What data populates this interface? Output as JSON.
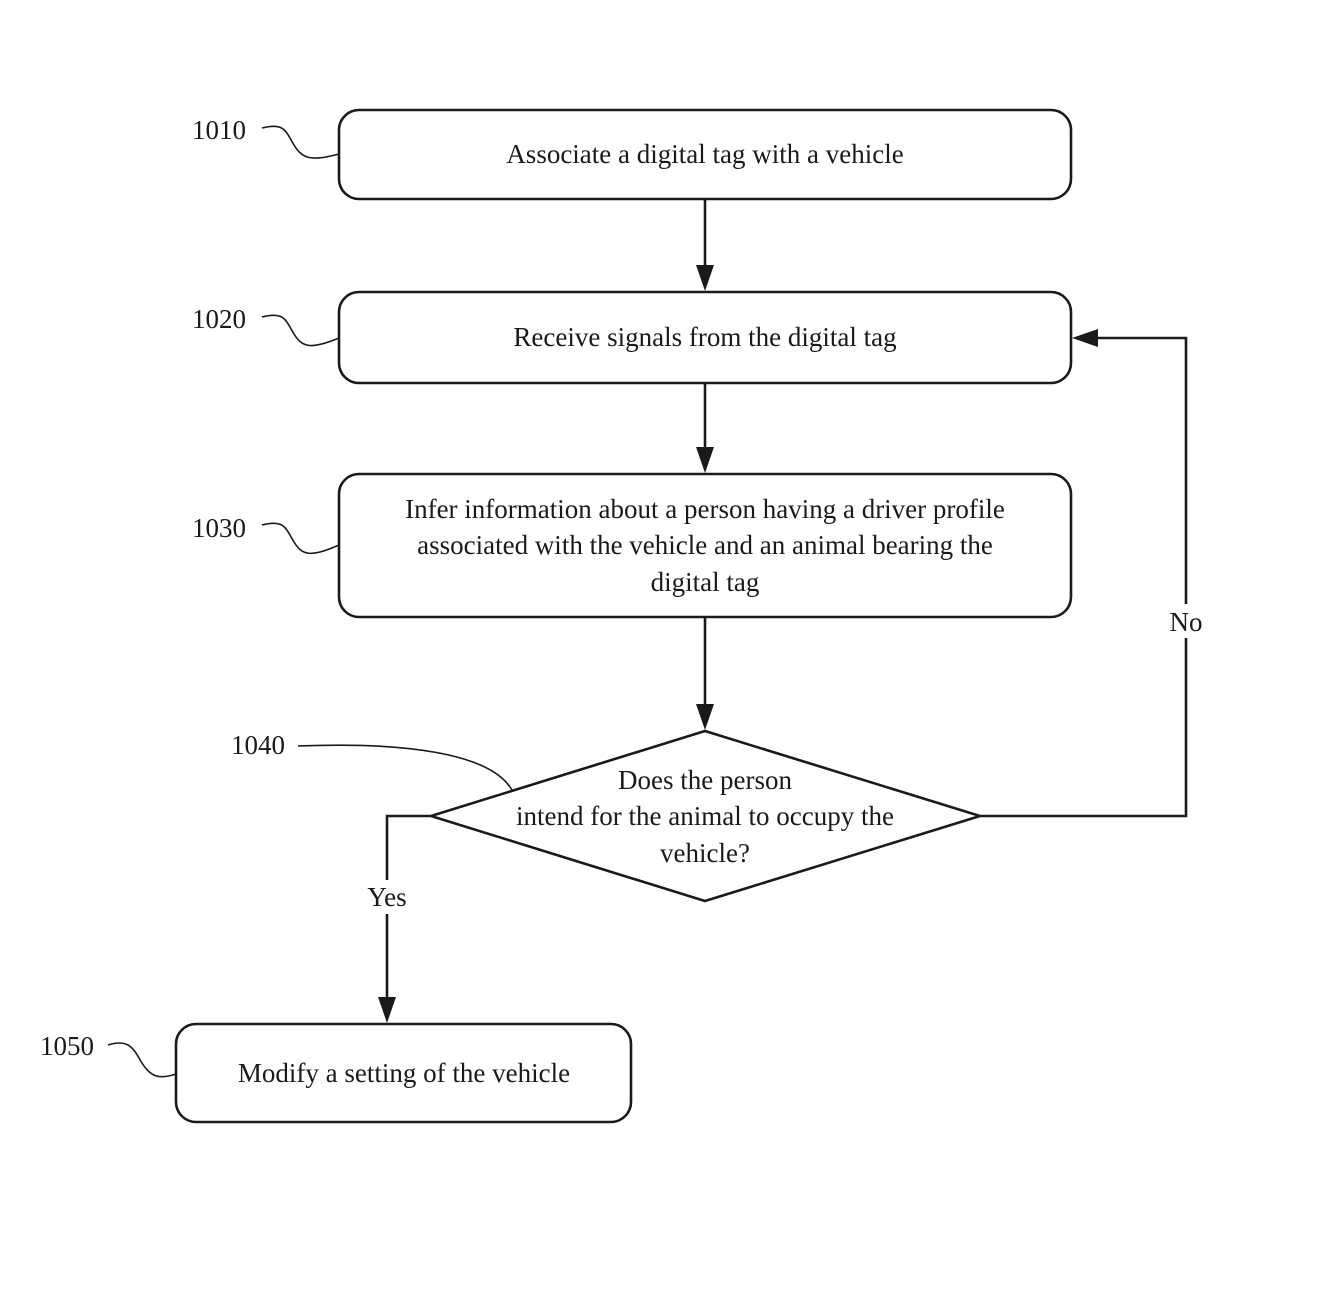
{
  "steps": [
    {
      "ref": "1010",
      "lines": [
        "Associate a digital tag with a vehicle"
      ]
    },
    {
      "ref": "1020",
      "lines": [
        "Receive signals from the digital tag"
      ]
    },
    {
      "ref": "1030",
      "lines": [
        "Infer information about a person having a driver profile",
        "associated with the vehicle and an animal bearing the",
        "digital tag"
      ]
    },
    {
      "ref": "1050",
      "lines": [
        "Modify a setting of the vehicle"
      ]
    }
  ],
  "decision": {
    "ref": "1040",
    "lines": [
      "Does the person",
      "intend for the animal to occupy the",
      "vehicle?"
    ],
    "yes_label": "Yes",
    "no_label": "No"
  }
}
